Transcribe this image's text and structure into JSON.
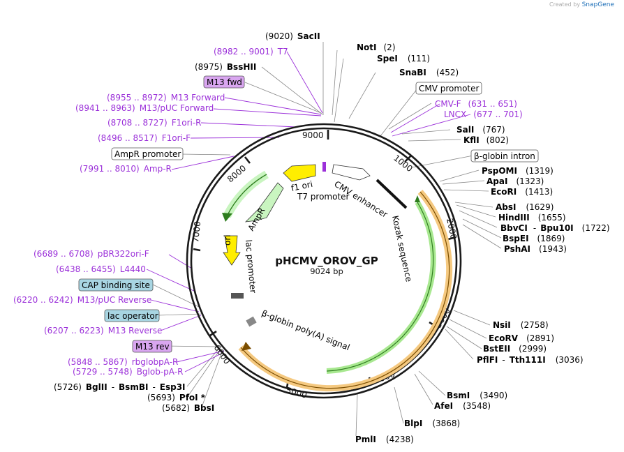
{
  "credit": {
    "prefix": "Created by",
    "brand": "SnapGene"
  },
  "plasmid": {
    "name": "pHCMV_OROV_GP",
    "size": "9024 bp"
  },
  "ticks": [
    "1000",
    "2000",
    "3000",
    "4000",
    "5000",
    "6000",
    "7000",
    "8000",
    "9000"
  ],
  "features_inside": [
    "f1 ori",
    "T7 promoter",
    "CMV enhancer",
    "Kozak sequence",
    "AmpR",
    "ori",
    "lac promoter",
    "β-globin poly(A) signal"
  ],
  "labels": {
    "L00": {
      "pos": "(9020)",
      "name": "SacII"
    },
    "L01": {
      "pos": "(8982 .. 9001)",
      "name": "T7"
    },
    "L02": {
      "pos": "(8975)",
      "name": "BssHII"
    },
    "L03": {
      "name": "M13 fwd"
    },
    "L04": {
      "pos": "(8955 .. 8972)",
      "name": "M13 Forward"
    },
    "L05": {
      "pos": "(8941 .. 8963)",
      "name": "M13/pUC Forward"
    },
    "L06": {
      "pos": "(8708 .. 8727)",
      "name": "F1ori-R"
    },
    "L07": {
      "pos": "(8496 .. 8517)",
      "name": "F1ori-F"
    },
    "L08": {
      "name": "AmpR promoter"
    },
    "L09": {
      "pos": "(7991 .. 8010)",
      "name": "Amp-R"
    },
    "L10": {
      "pos": "(6689 .. 6708)",
      "name": "pBR322ori-F"
    },
    "L11": {
      "pos": "(6438 .. 6455)",
      "name": "L4440"
    },
    "L12": {
      "name": "CAP binding site"
    },
    "L13": {
      "pos": "(6220 .. 6242)",
      "name": "M13/pUC Reverse"
    },
    "L14": {
      "name": "lac operator"
    },
    "L15": {
      "pos": "(6207 .. 6223)",
      "name": "M13 Reverse"
    },
    "L16": {
      "name": "M13 rev"
    },
    "L17": {
      "pos": "(5848 .. 5867)",
      "name": "rbglobpA-R"
    },
    "L18": {
      "pos": "(5729 .. 5748)",
      "name": "Bglob-pA-R"
    },
    "L19": {
      "pos": "(5726)",
      "names": [
        "BglII",
        "BsmBI",
        "Esp3I"
      ]
    },
    "L20": {
      "pos": "(5693)",
      "name": "PfoI *"
    },
    "L21": {
      "pos": "(5682)",
      "name": "BbsI"
    },
    "R00": {
      "name": "NotI",
      "pos": "(2)"
    },
    "R01": {
      "name": "SpeI",
      "pos": "(111)"
    },
    "R02": {
      "name": "SnaBI",
      "pos": "(452)"
    },
    "R03": {
      "name": "CMV promoter"
    },
    "R04": {
      "name": "CMV-F",
      "pos": "(631 .. 651)"
    },
    "R05": {
      "name": "LNCX",
      "pos": "(677 .. 701)"
    },
    "R06": {
      "name": "SalI",
      "pos": "(767)"
    },
    "R07": {
      "name": "KflI",
      "pos": "(802)"
    },
    "R08": {
      "name": "β-globin intron"
    },
    "R09": {
      "name": "PspOMI",
      "pos": "(1319)"
    },
    "R10": {
      "name": "ApaI",
      "pos": "(1323)"
    },
    "R11": {
      "name": "EcoRI",
      "pos": "(1413)"
    },
    "R12": {
      "name": "AbsI",
      "pos": "(1629)"
    },
    "R13": {
      "name": "HindIII",
      "pos": "(1655)"
    },
    "R14": {
      "names": [
        "BbvCI",
        "Bpu10I"
      ],
      "pos": "(1722)"
    },
    "R15": {
      "name": "BspEI",
      "pos": "(1869)"
    },
    "R16": {
      "name": "PshAI",
      "pos": "(1943)"
    },
    "R17": {
      "name": "NsiI",
      "pos": "(2758)"
    },
    "R18": {
      "name": "EcoRV",
      "pos": "(2891)"
    },
    "R19": {
      "name": "BstEII",
      "pos": "(2999)"
    },
    "R20": {
      "names": [
        "PflFI",
        "Tth111I"
      ],
      "pos": "(3036)"
    },
    "R21": {
      "name": "BsmI",
      "pos": "(3490)"
    },
    "R22": {
      "name": "AfeI",
      "pos": "(3548)"
    },
    "R23": {
      "name": "BlpI",
      "pos": "(3868)"
    },
    "R24": {
      "name": "PmlI",
      "pos": "(4238)"
    }
  },
  "colors": {
    "primer_purple": "#9b30d9",
    "m13_box": "#d9a6f0",
    "cap_box": "#a8d5e2",
    "ampr_green": "#c9f5c0",
    "ori_yellow": "#ffee00",
    "orf_orange": "#f5c980",
    "orf_green": "#60b848"
  }
}
